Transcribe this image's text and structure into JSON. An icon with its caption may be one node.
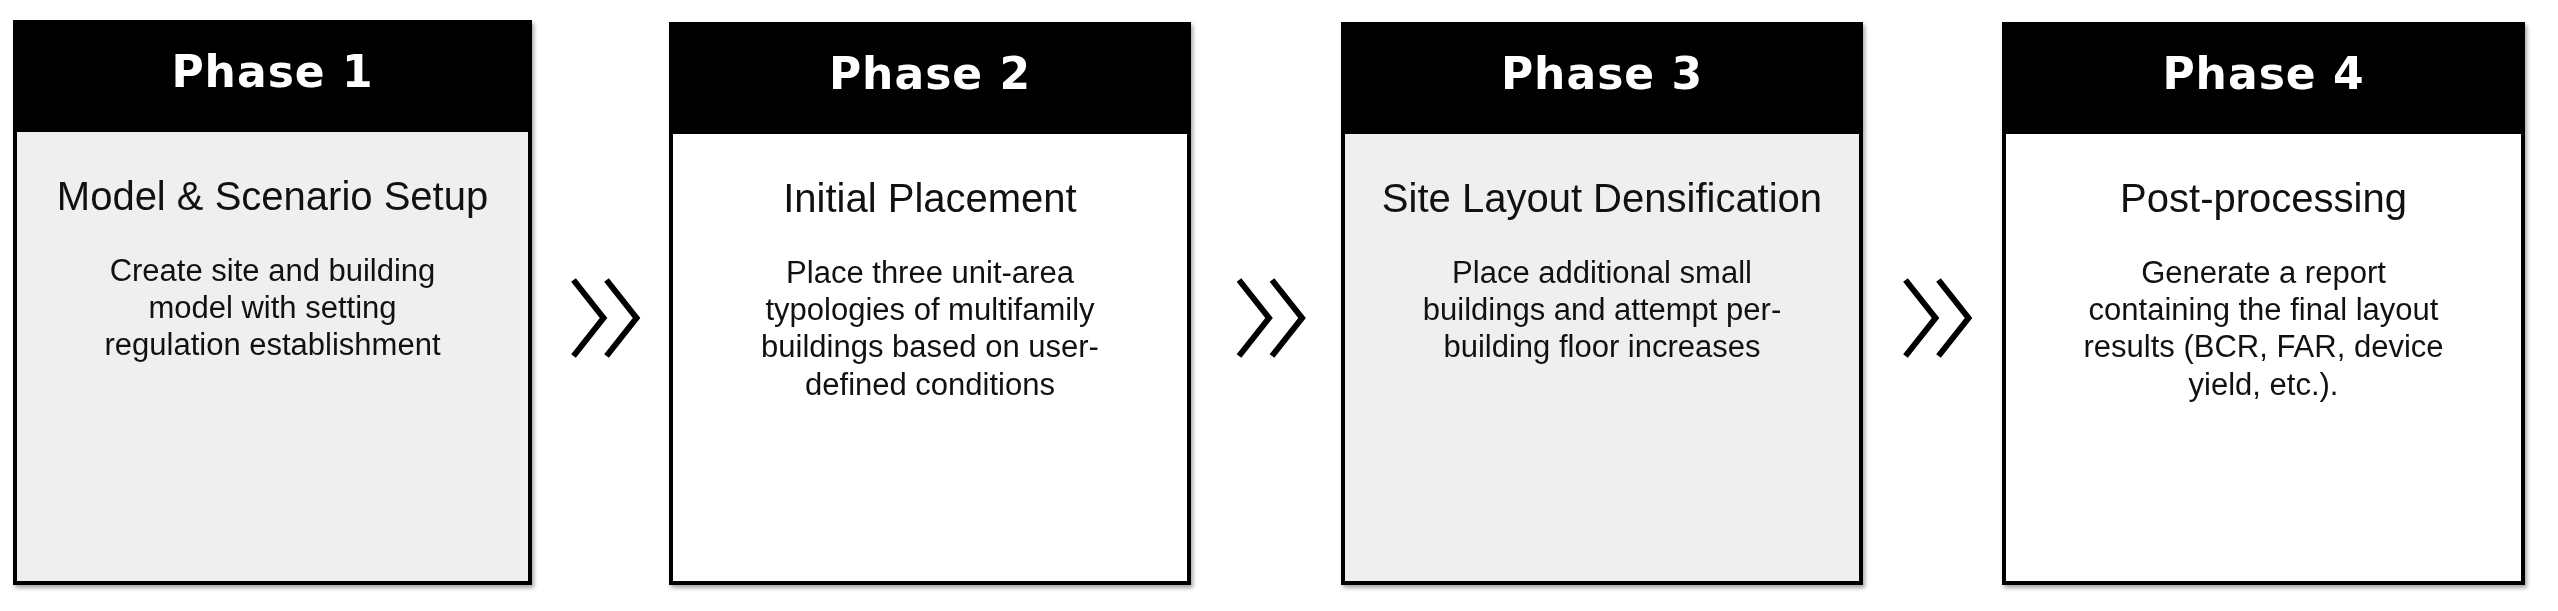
{
  "diagram": {
    "nodes": [
      {
        "text": [
          "Phase 1",
          "Model & Scenario Setup",
          "Create site and building model with setting regulation establishment"
        ]
      },
      {
        "text": [
          "Phase 2",
          "Initial Placement",
          "Place three unit-area typologies of multifamily buildings based on user-defined conditions"
        ]
      },
      {
        "text": [
          "Phase 3",
          "Site Layout Densification",
          "Place additional small buildings and attempt per-building floor increases"
        ]
      },
      {
        "text": [
          "Phase 4",
          "Post-processing",
          "Generate a report containing the final layout results (BCR, FAR, device yield, etc.)."
        ]
      }
    ],
    "edges": [
      {
        "from": 0,
        "to": 1,
        "arrow": "to"
      },
      {
        "from": 1,
        "to": 2,
        "arrow": "to"
      },
      {
        "from": 2,
        "to": 3,
        "arrow": "to"
      }
    ]
  }
}
